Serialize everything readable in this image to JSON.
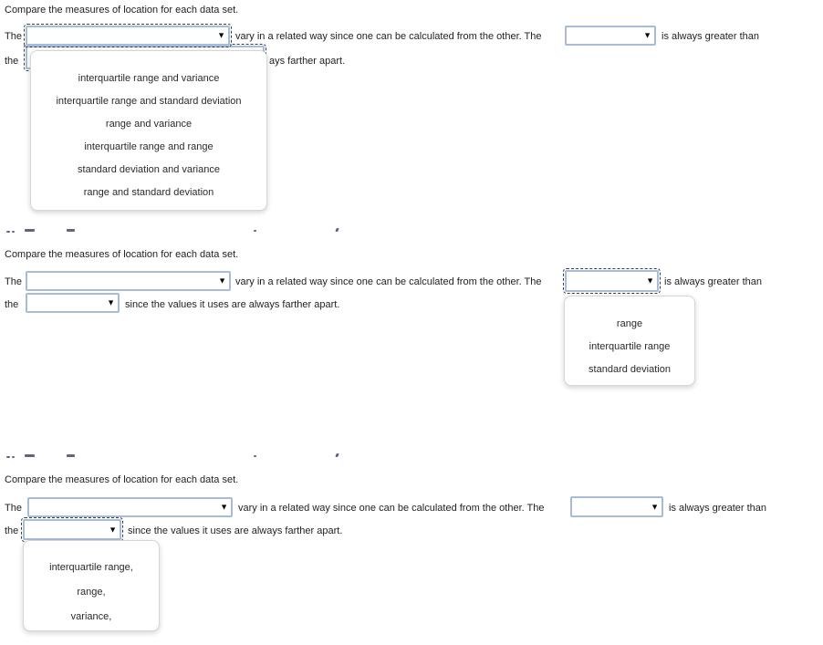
{
  "text": {
    "prompt": "Compare the measures of location for each data set.",
    "the_cap": "The",
    "the_low": "the",
    "vary_mid": "vary in a related way since one can be calculated from the other. The",
    "greater": "is always greater than",
    "since_tail": "since the values it uses are always farther apart.",
    "since_fragment": "ays farther apart."
  },
  "selects": {
    "arrow": "▼",
    "value": ""
  },
  "panels": {
    "pairs": {
      "options": [
        "interquartile range and variance",
        "interquartile range and standard deviation",
        "range and variance",
        "interquartile range and range",
        "standard deviation and variance",
        "range and standard deviation"
      ]
    },
    "measures": {
      "options": [
        "range",
        "interquartile range",
        "standard deviation"
      ]
    },
    "measures_comma": {
      "options": [
        "interquartile range,",
        "range,",
        "variance,"
      ]
    }
  },
  "colors": {
    "select_border": "#a6bcd8",
    "focus_outline": "#3c3c50",
    "panel_border": "#d6d6d6",
    "text": "#1f1f1f"
  }
}
